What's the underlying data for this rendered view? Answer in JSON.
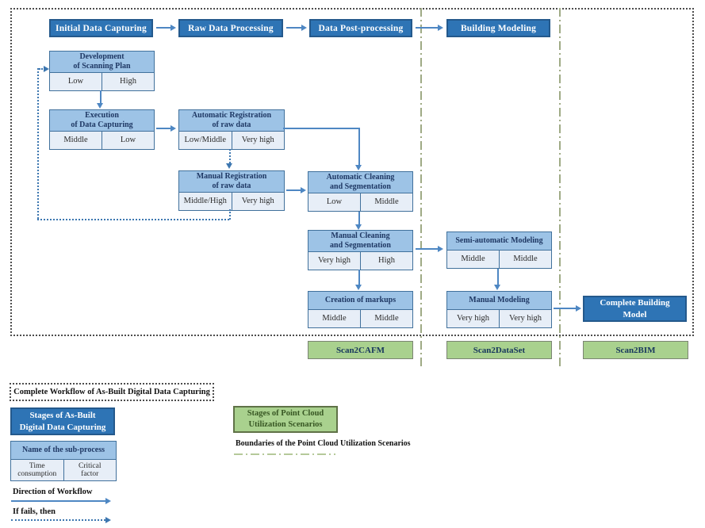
{
  "stages": [
    {
      "label": "Initial Data Capturing"
    },
    {
      "label": "Raw Data Processing"
    },
    {
      "label": "Data Post-processing"
    },
    {
      "label": "Building Modeling"
    }
  ],
  "subprocesses": [
    {
      "id": "development-of-scanning-plan",
      "title": "Development\nof Scanning Plan",
      "time": "Low",
      "factor": "High"
    },
    {
      "id": "execution-of-data-capturing",
      "title": "Execution\nof Data Capturing",
      "time": "Middle",
      "factor": "Low"
    },
    {
      "id": "automatic-registration",
      "title": "Automatic Registration\nof raw data",
      "time": "Low/Middle",
      "factor": "Very high"
    },
    {
      "id": "manual-registration",
      "title": "Manual Registration\nof raw data",
      "time": "Middle/High",
      "factor": "Very high"
    },
    {
      "id": "automatic-cleaning",
      "title": "Automatic Cleaning\nand Segmentation",
      "time": "Low",
      "factor": "Middle"
    },
    {
      "id": "manual-cleaning",
      "title": "Manual Cleaning\nand Segmentation",
      "time": "Very high",
      "factor": "High"
    },
    {
      "id": "creation-of-markups",
      "title": "Creation of markups",
      "time": "Middle",
      "factor": "Middle"
    },
    {
      "id": "semi-automatic-modeling",
      "title": "Semi-automatic Modeling",
      "time": "Middle",
      "factor": "Middle"
    },
    {
      "id": "manual-modeling",
      "title": "Manual Modeling",
      "time": "Very high",
      "factor": "Very high"
    }
  ],
  "complete_model": {
    "label": "Complete Building\nModel"
  },
  "scenarios": [
    {
      "label": "Scan2CAFM"
    },
    {
      "label": "Scan2DataSet"
    },
    {
      "label": "Scan2BIM"
    }
  ],
  "legend": {
    "workflow_border": "Complete Workflow of As-Built Digital Data Capturing",
    "stages_box": "Stages of As-Built\nDigital Data Capturing",
    "subprocess_title": "Name of the sub-process",
    "time_cell": "Time\nconsumption",
    "factor_cell": "Critical\nfactor",
    "direction": "Direction of Workflow",
    "if_fails": "If fails, then",
    "scenario_box": "Stages of Point Cloud\nUtilization Scenarios",
    "boundaries": "Boundaries of the Point Cloud Utilization Scenarios"
  },
  "colors": {
    "stage_blue": "#2E74B5",
    "stage_border": "#24598C",
    "title_blue": "#9DC3E6",
    "cell_blue": "#E7EEF7",
    "scenario_green": "#A9D18E",
    "arrow_blue": "#4E87C3",
    "dotted_blue": "#3D77B0",
    "boundary_olive": "#9FAA85",
    "frame_gray": "#4d4d4d"
  }
}
